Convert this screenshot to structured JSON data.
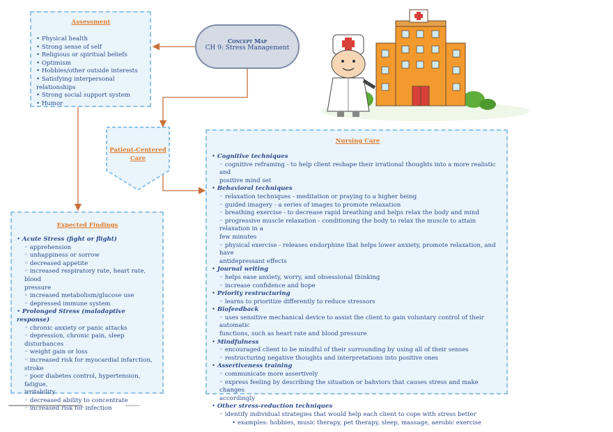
{
  "concept": {
    "line1": "Concept Map",
    "line2": "CH 9: Stress Management"
  },
  "assessment": {
    "title": "Assessment",
    "items": [
      "Physical health",
      "Strong sense of self",
      "Religious or spiritual beliefs",
      "Optimism",
      "Hobbies/other outside interests",
      "Satisfying interpersonal relationships",
      "Strong social support system",
      "Humor"
    ]
  },
  "patient_centered": {
    "title_line1": "Patient-Centered",
    "title_line2": "Care"
  },
  "expected": {
    "title": "Expected Findings",
    "acute": {
      "label": "Acute Stress (fight or flight)",
      "items": [
        "apprehension",
        "unhappiness or sorrow",
        "decreased appetite",
        "increased respiratory rate, heart rate, blood",
        "pressure",
        "increased metabolism/glucose use",
        "depressed immune system"
      ]
    },
    "prolonged": {
      "label": "Prolonged Stress (maladaptive response)",
      "items": [
        "chronic anxiety or panic attacks",
        "depression, chronic pain, sleep disturbances",
        "weight gain or loss",
        "increased risk for myocardial infarction,",
        "stroke",
        "poor diabetes control, hypertension, fatigue,",
        "irritability",
        "decreased ability to concentrate",
        "increased risk for infection"
      ]
    }
  },
  "nursing": {
    "title": "Nursing Care",
    "sections": [
      {
        "label": "Cognitive techniques",
        "items": [
          [
            "cognitive reframing - to help client reshape their irrational thoughts into a more realistic and",
            "positive mind set"
          ]
        ]
      },
      {
        "label": "Behavioral techniques",
        "items": [
          [
            "relaxation techniques - meditation or praying to a higher being"
          ],
          [
            "guided imagery - a series of images to promote relaxation"
          ],
          [
            "breathing exercise - to decrease rapid breathing and helps relax the body and mind"
          ],
          [
            "progressive muscle relaxation - conditioning the body to relax the muscle to attain relaxation in a",
            "few minutes"
          ],
          [
            "physical exercise - releases endorphine that helps lower anxiety, promote relaxation, and have",
            "antidepressant effects"
          ]
        ]
      },
      {
        "label": "Journal writing",
        "items": [
          [
            "helps ease anxiety, worry, and obsessional thinking"
          ],
          [
            "increase confidence and hope"
          ]
        ]
      },
      {
        "label": "Priority restructuring",
        "items": [
          [
            "learns to prioritize differently to reduce stressors"
          ]
        ]
      },
      {
        "label": "Biofeedback",
        "items": [
          [
            "uses sensitive mechanical device to assist the client to gain voluntary control of their automatic",
            "functions, such as heart rate and blood pressure"
          ]
        ]
      },
      {
        "label": "Mindfulness",
        "items": [
          [
            "encouraged client to be mindful of their surrounding by using all of their senses"
          ],
          [
            "restructuring negative thoughts and interpretations into positive ones"
          ]
        ]
      },
      {
        "label": "Assertiveness training",
        "items": [
          [
            "communicate more assertively"
          ],
          [
            "express feeling by describing the situation or bahviors that causes stress and make changes",
            "accordingly"
          ]
        ]
      },
      {
        "label": "Other stress-reduction techniques",
        "items": [
          [
            "identify individual strategies that would help each client to cope with stress better"
          ]
        ],
        "subitems": [
          "examples: hobbies, music therapy, pet therapy, sleep, massage, aerobic exercise"
        ]
      }
    ]
  },
  "colors": {
    "box_fill": "#eaf4fb",
    "box_border": "#8ec3e8",
    "title": "#e07b2a",
    "text": "#2b4a8a",
    "arrow": "#c8703a"
  }
}
